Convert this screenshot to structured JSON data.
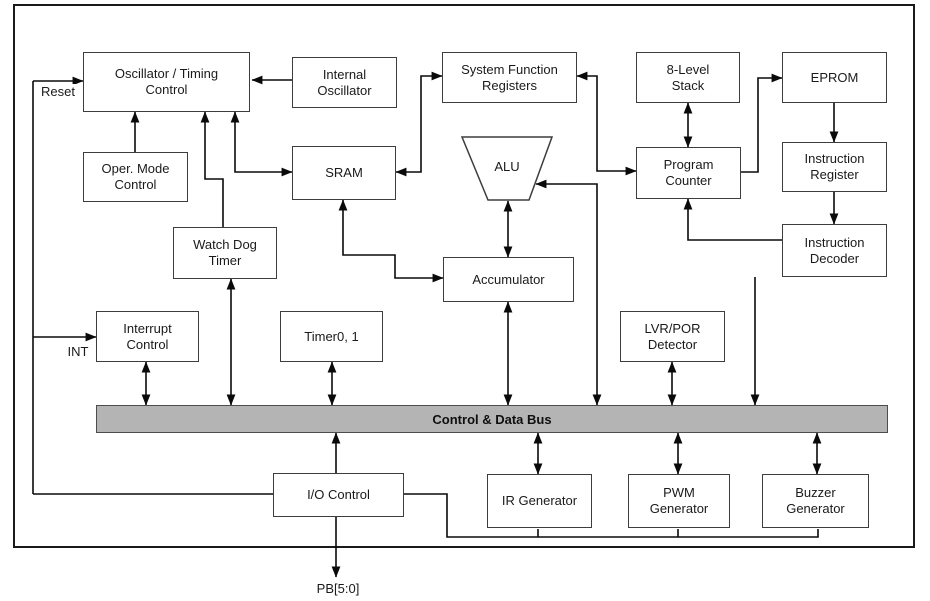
{
  "bus": {
    "label": "Control & Data Bus"
  },
  "pin_labels": {
    "reset": "Reset",
    "int": "INT",
    "pb": "PB[5:0]"
  },
  "blocks": [
    {
      "id": "oscillator-timing-control",
      "label": "Oscillator / Timing\nControl"
    },
    {
      "id": "internal-oscillator",
      "label": "Internal\nOscillator"
    },
    {
      "id": "system-function-registers",
      "label": "System Function\nRegisters"
    },
    {
      "id": "eight-level-stack",
      "label": "8-Level\nStack"
    },
    {
      "id": "eprom",
      "label": "EPROM"
    },
    {
      "id": "oper-mode-control",
      "label": "Oper. Mode\nControl"
    },
    {
      "id": "sram",
      "label": "SRAM"
    },
    {
      "id": "alu",
      "label": "ALU"
    },
    {
      "id": "program-counter",
      "label": "Program\nCounter"
    },
    {
      "id": "instruction-register",
      "label": "Instruction\nRegister"
    },
    {
      "id": "watch-dog-timer",
      "label": "Watch Dog\nTimer"
    },
    {
      "id": "accumulator",
      "label": "Accumulator"
    },
    {
      "id": "instruction-decoder",
      "label": "Instruction\nDecoder"
    },
    {
      "id": "interrupt-control",
      "label": "Interrupt\nControl"
    },
    {
      "id": "timer0-1",
      "label": "Timer0, 1"
    },
    {
      "id": "lvr-por-detector",
      "label": "LVR/POR\nDetector"
    },
    {
      "id": "io-control",
      "label": "I/O Control"
    },
    {
      "id": "ir-generator",
      "label": "IR Generator"
    },
    {
      "id": "pwm-generator",
      "label": "PWM\nGenerator"
    },
    {
      "id": "buzzer-generator",
      "label": "Buzzer\nGenerator"
    }
  ],
  "colors": {
    "line": "#0a0a0a",
    "box_border": "#3d3d3d",
    "bus_fill": "#b4b4b4",
    "background": "#ffffff"
  }
}
